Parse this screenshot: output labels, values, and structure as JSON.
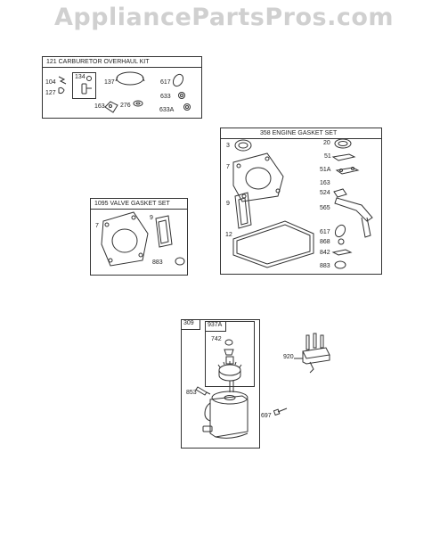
{
  "watermark": "AppliancePartsPros.com",
  "carb_kit": {
    "title": "121 CARBURETOR OVERHAUL KIT",
    "parts": {
      "p104": "104",
      "p127": "127",
      "p134": "134",
      "p137": "137",
      "p617": "617",
      "p633": "633",
      "p633a": "633A",
      "p163": "163",
      "p276": "276"
    }
  },
  "engine_set": {
    "title": "358 ENGINE GASKET SET",
    "parts": {
      "p3": "3",
      "p7": "7",
      "p9": "9",
      "p12": "12",
      "p20": "20",
      "p51": "51",
      "p51a": "51A",
      "p163": "163",
      "p524": "524",
      "p565": "565",
      "p617": "617",
      "p868": "868",
      "p842": "842",
      "p883": "883"
    }
  },
  "valve_set": {
    "title": "1095 VALVE GASKET SET",
    "parts": {
      "p7": "7",
      "p9": "9",
      "p883": "883"
    }
  },
  "starter": {
    "box_label": "309",
    "sub_label": "937A",
    "parts": {
      "p742": "742",
      "p853": "853",
      "p697": "697",
      "p920": "920"
    }
  }
}
